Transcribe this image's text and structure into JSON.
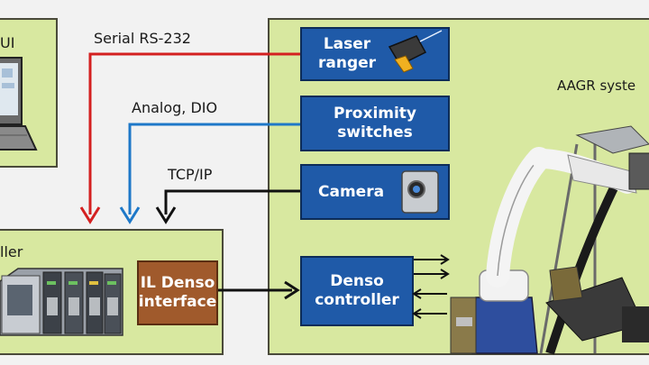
{
  "colors": {
    "panel": "#d8e8a0",
    "block_blue": "#1f5aa8",
    "block_brown": "#a05a2c",
    "serial_line": "#d42020",
    "analog_line": "#1e78c8",
    "tcp_line": "#111111"
  },
  "gui_panel": {
    "label": "UI"
  },
  "controller_panel": {
    "label": "ller"
  },
  "aagr_panel": {
    "label": "AAGR syste"
  },
  "links": {
    "serial": "Serial RS-232",
    "analog": "Analog, DIO",
    "tcp": "TCP/IP"
  },
  "blocks": {
    "laser": [
      "Laser",
      "ranger"
    ],
    "proximity": [
      "Proximity",
      "switches"
    ],
    "camera": "Camera",
    "denso_controller": [
      "Denso",
      "controller"
    ],
    "il_denso": [
      "IL Denso",
      "interface"
    ]
  },
  "icons": {
    "laptop": "laptop-icon",
    "laser": "laser-ranger-icon",
    "camera": "camera-icon",
    "io_modules": "io-modules-image",
    "robot": "robot-arm-image"
  }
}
